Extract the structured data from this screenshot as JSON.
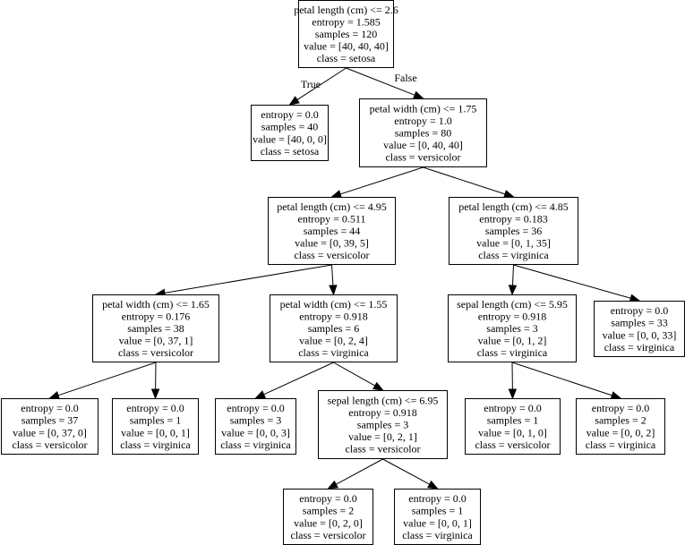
{
  "nodes": {
    "n0": [
      "petal length (cm) <= 2.6",
      "entropy = 1.585",
      "samples = 120",
      "value = [40, 40, 40]",
      "class = setosa"
    ],
    "n1": [
      "entropy = 0.0",
      "samples = 40",
      "value = [40, 0, 0]",
      "class = setosa"
    ],
    "n2": [
      "petal width (cm) <= 1.75",
      "entropy = 1.0",
      "samples = 80",
      "value = [0, 40, 40]",
      "class = versicolor"
    ],
    "n3": [
      "petal length (cm) <= 4.95",
      "entropy = 0.511",
      "samples = 44",
      "value = [0, 39, 5]",
      "class = versicolor"
    ],
    "n4": [
      "petal length (cm) <= 4.85",
      "entropy = 0.183",
      "samples = 36",
      "value = [0, 1, 35]",
      "class = virginica"
    ],
    "n5": [
      "petal width (cm) <= 1.65",
      "entropy = 0.176",
      "samples = 38",
      "value = [0, 37, 1]",
      "class = versicolor"
    ],
    "n6": [
      "petal width (cm) <= 1.55",
      "entropy = 0.918",
      "samples = 6",
      "value = [0, 2, 4]",
      "class = virginica"
    ],
    "n7": [
      "sepal length (cm) <= 5.95",
      "entropy = 0.918",
      "samples = 3",
      "value = [0, 1, 2]",
      "class = virginica"
    ],
    "n8": [
      "entropy = 0.0",
      "samples = 33",
      "value = [0, 0, 33]",
      "class = virginica"
    ],
    "n9": [
      "entropy = 0.0",
      "samples = 37",
      "value = [0, 37, 0]",
      "class = versicolor"
    ],
    "n10": [
      "entropy = 0.0",
      "samples = 1",
      "value = [0, 0, 1]",
      "class = virginica"
    ],
    "n11": [
      "entropy = 0.0",
      "samples = 3",
      "value = [0, 0, 3]",
      "class = virginica"
    ],
    "n12": [
      "sepal length (cm) <= 6.95",
      "entropy = 0.918",
      "samples = 3",
      "value = [0, 2, 1]",
      "class = versicolor"
    ],
    "n13": [
      "entropy = 0.0",
      "samples = 1",
      "value = [0, 1, 0]",
      "class = versicolor"
    ],
    "n14": [
      "entropy = 0.0",
      "samples = 2",
      "value = [0, 0, 2]",
      "class = virginica"
    ],
    "n15": [
      "entropy = 0.0",
      "samples = 2",
      "value = [0, 2, 0]",
      "class = versicolor"
    ],
    "n16": [
      "entropy = 0.0",
      "samples = 1",
      "value = [0, 0, 1]",
      "class = virginica"
    ]
  },
  "edge_labels": {
    "true_label": "True",
    "false_label": "False"
  },
  "colors": {
    "box_fill": "#ffffff",
    "line": "#000000",
    "text": "#000000"
  }
}
